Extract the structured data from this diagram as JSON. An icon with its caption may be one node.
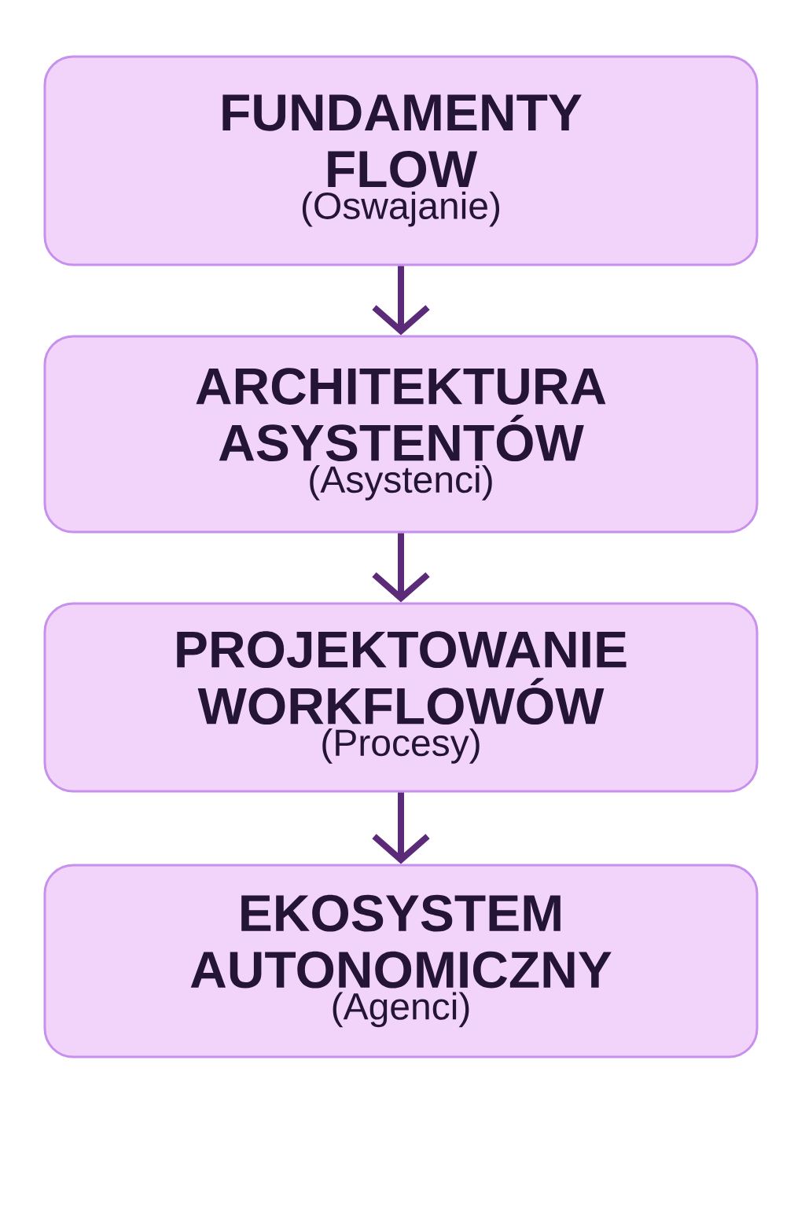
{
  "diagram": {
    "nodes": [
      {
        "text": [
          "FUNDAMENTY FLOW",
          "(Oswajanie)"
        ]
      },
      {
        "text": [
          "ARCHITEKTURA ASYSTENTÓW",
          "(Asystenci)"
        ]
      },
      {
        "text": [
          "PROJEKTOWANIE WORKFLOWÓW",
          "(Procesy)"
        ]
      },
      {
        "text": [
          "EKOSYSTEM AUTONOMICZNY",
          "(Agenci)"
        ]
      }
    ],
    "edges": [
      {
        "from": 0,
        "to": 1,
        "arrow": "to"
      },
      {
        "from": 1,
        "to": 2,
        "arrow": "to"
      },
      {
        "from": 2,
        "to": 3,
        "arrow": "to"
      }
    ]
  }
}
